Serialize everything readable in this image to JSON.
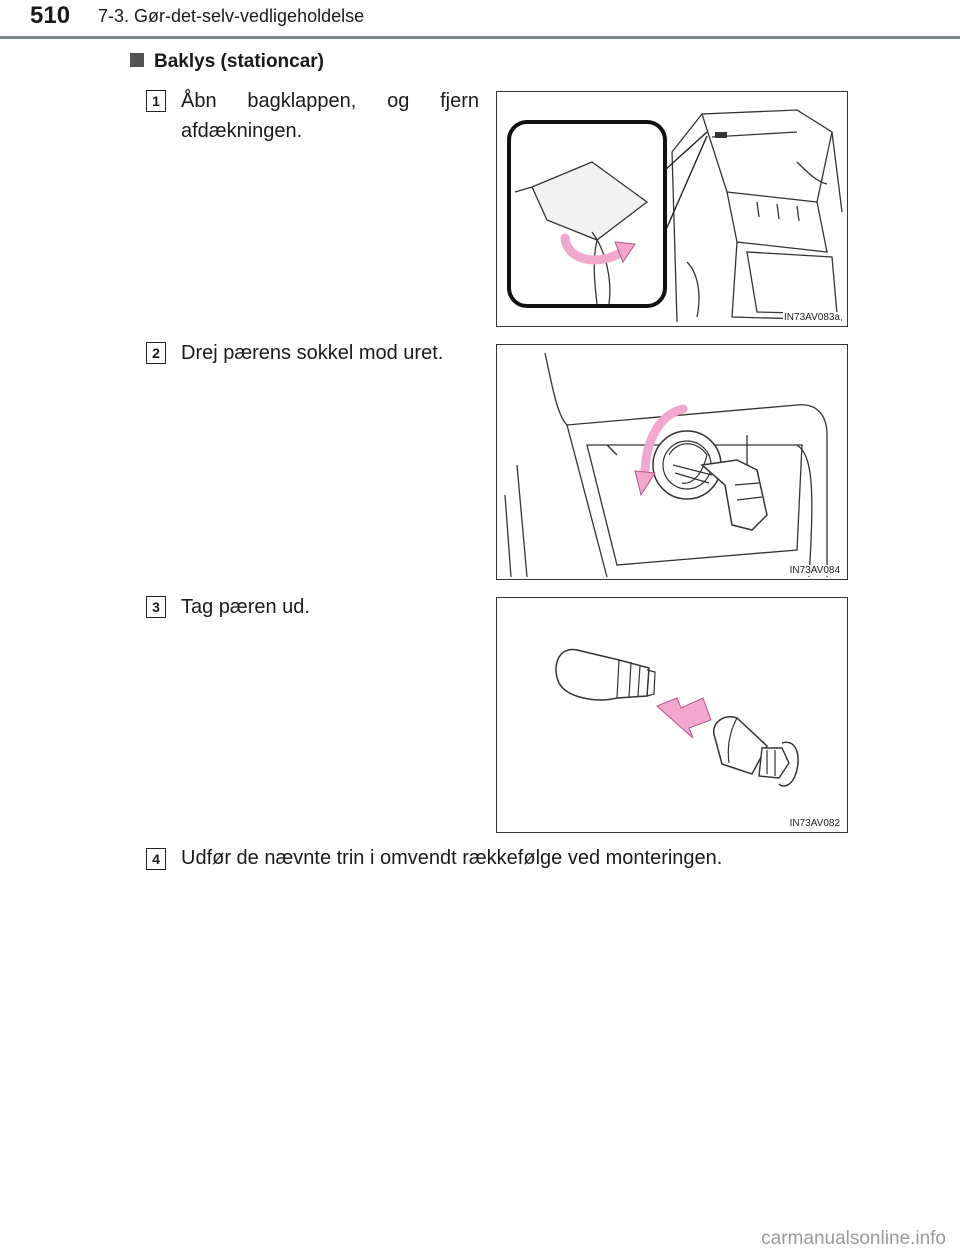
{
  "header": {
    "page_number": "510",
    "chapter_title": "7-3. Gør-det-selv-vedligeholdelse"
  },
  "section": {
    "title": "Baklys (stationcar)"
  },
  "steps": [
    {
      "number": "1",
      "text": "Åbn bagklappen, og fjern afdækningen.",
      "figure_code": "IN73AV083a"
    },
    {
      "number": "2",
      "text": "Drej pærens sokkel mod uret.",
      "figure_code": "IN73AV084"
    },
    {
      "number": "3",
      "text": "Tag pæren ud.",
      "figure_code": "IN73AV082"
    },
    {
      "number": "4",
      "text": "Udfør de nævnte trin i omvendt rækkefølge ved monteringen."
    }
  ],
  "colors": {
    "arrow_pink": "#f2a7cf",
    "header_rule": "#7a8a8a"
  },
  "footer": {
    "watermark": "carmanualsonline.info"
  }
}
